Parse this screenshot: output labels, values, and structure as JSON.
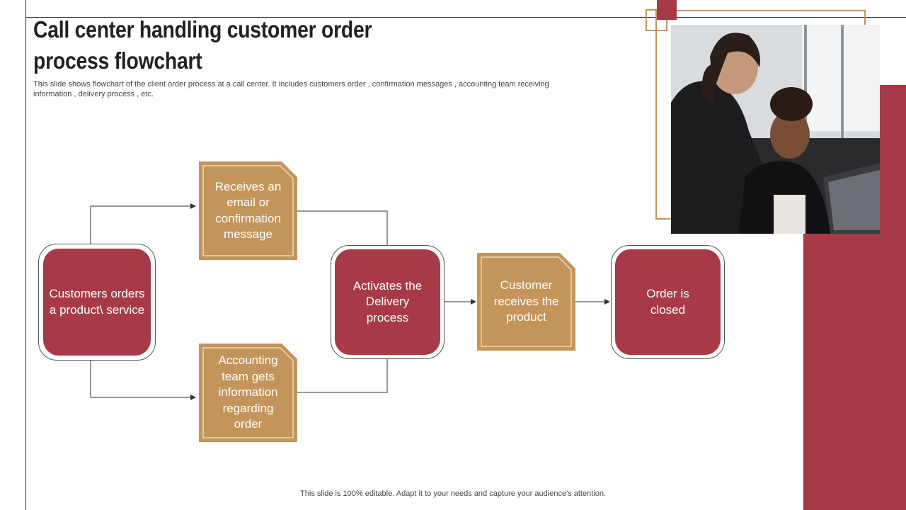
{
  "slide": {
    "title": "Call center handling customer order process flowchart",
    "subtitle": "This slide shows flowchart of the client order process at a call center. It includes customers order , confirmation messages , accounting team receiving information , delivery process , etc.",
    "footer": "This slide is 100% editable. Adapt it to your needs and capture your audience's attention."
  },
  "colors": {
    "red": "#a83a47",
    "gold": "#c3955b",
    "line": "#333333"
  },
  "flow": {
    "start": "Customers orders a product\\ service",
    "email": "Receives an email or confirmation message",
    "accounting": "Accounting team gets information regarding order",
    "delivery": "Activates the Delivery process",
    "receive": "Customer receives the product",
    "closed": "Order is closed"
  }
}
